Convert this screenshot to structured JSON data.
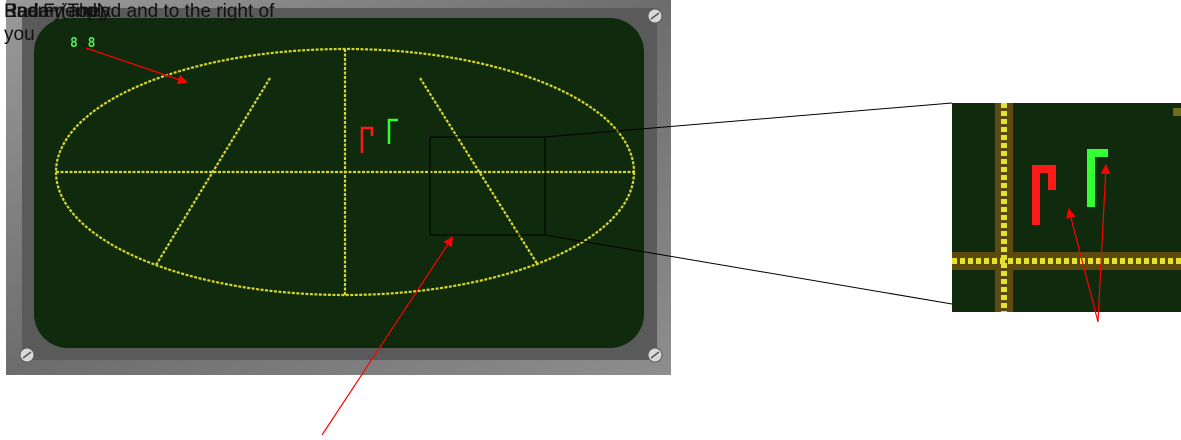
{
  "labels": {
    "a": "Radar (Top)",
    "b": "Bad Friendly",
    "c": "Enemy ahead and to the right of you"
  },
  "readout": "8 8",
  "colors": {
    "bezel": "#7b7b7b",
    "screen": "#0f2a0c",
    "grid": "#d7d72a",
    "enemy": "#ff1a1a",
    "friendly": "#33ff33",
    "arrow": "#ff0000"
  }
}
